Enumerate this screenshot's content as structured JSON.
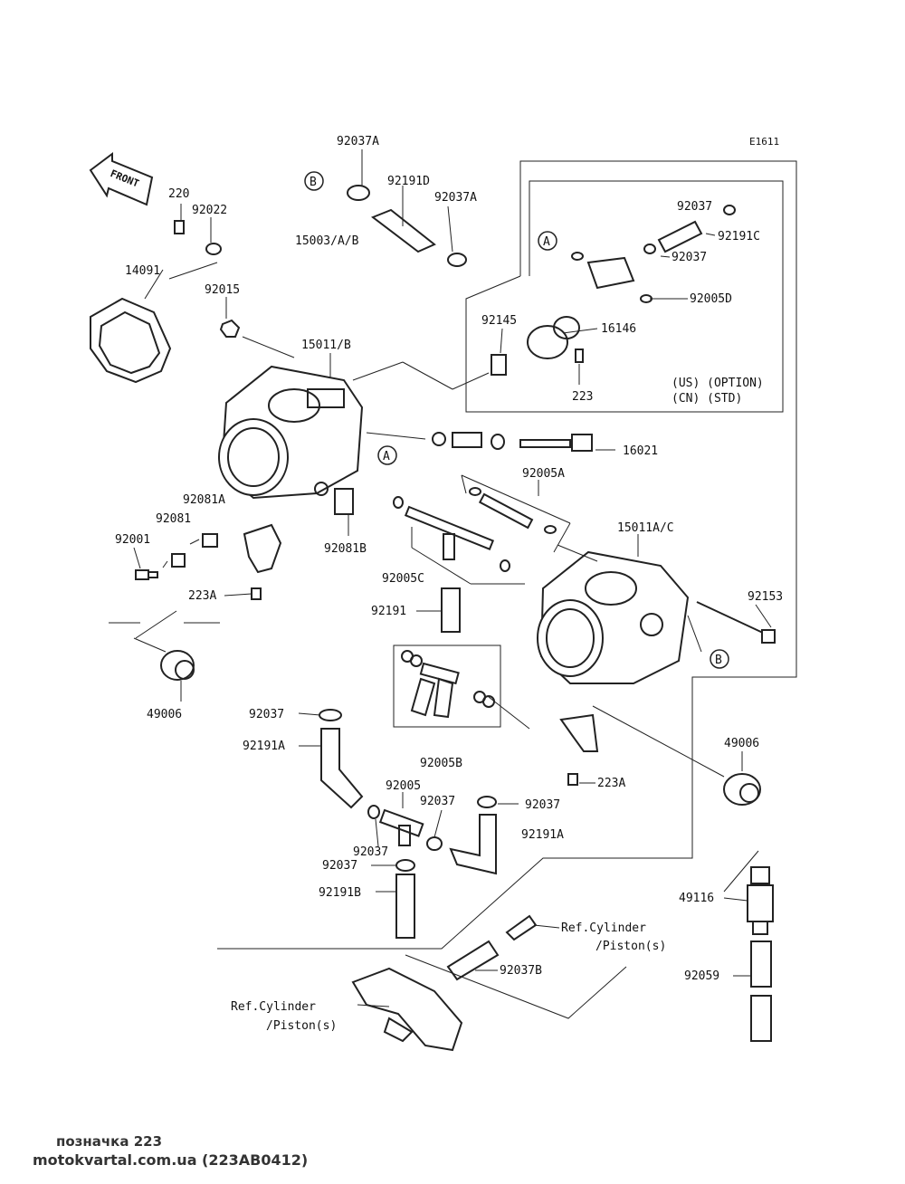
{
  "diagram_code": "E1611",
  "front_label": "FRONT",
  "parts": {
    "p92037A_top": "92037A",
    "p92191D": "92191D",
    "p92037A_2": "92037A",
    "p15003": "15003/A/B",
    "p220": "220",
    "p92022": "92022",
    "p14091": "14091",
    "p92015": "92015",
    "p15011B": "15011/B",
    "p92037_r1": "92037",
    "p92191C": "92191C",
    "p92037_r2": "92037",
    "p92005D": "92005D",
    "p92145": "92145",
    "p16146": "16146",
    "p223": "223",
    "option_us": "(US) (OPTION)",
    "option_cn": "(CN) (STD)",
    "p16021": "16021",
    "p92005A": "92005A",
    "p15011AC": "15011A/C",
    "p92081A": "92081A",
    "p92081": "92081",
    "p92001": "92001",
    "p92081B": "92081B",
    "p92005C": "92005C",
    "p223A_1": "223A",
    "p92191": "92191",
    "p92153": "92153",
    "p49006_1": "49006",
    "p92037_m1": "92037",
    "p92191A_1": "92191A",
    "p92005B": "92005B",
    "p92005": "92005",
    "p92037_m2": "92037",
    "p92037_m3": "92037",
    "p92191A_2": "92191A",
    "p92037_m4": "92037",
    "p92037_m5": "92037",
    "p92191B": "92191B",
    "p49006_2": "49006",
    "p223A_2": "223A",
    "p49116": "49116",
    "ref_cyl_1a": "Ref.Cylinder",
    "ref_cyl_1b": "/Piston(s)",
    "p92037B": "92037B",
    "p92059": "92059",
    "ref_cyl_2a": "Ref.Cylinder",
    "ref_cyl_2b": "/Piston(s)"
  },
  "callouts": {
    "A1": "A",
    "A2": "A",
    "B1": "B",
    "B2": "B"
  },
  "footer": {
    "line1": "позначка 223",
    "line2": "motokvartal.com.ua (223AB0412)"
  }
}
